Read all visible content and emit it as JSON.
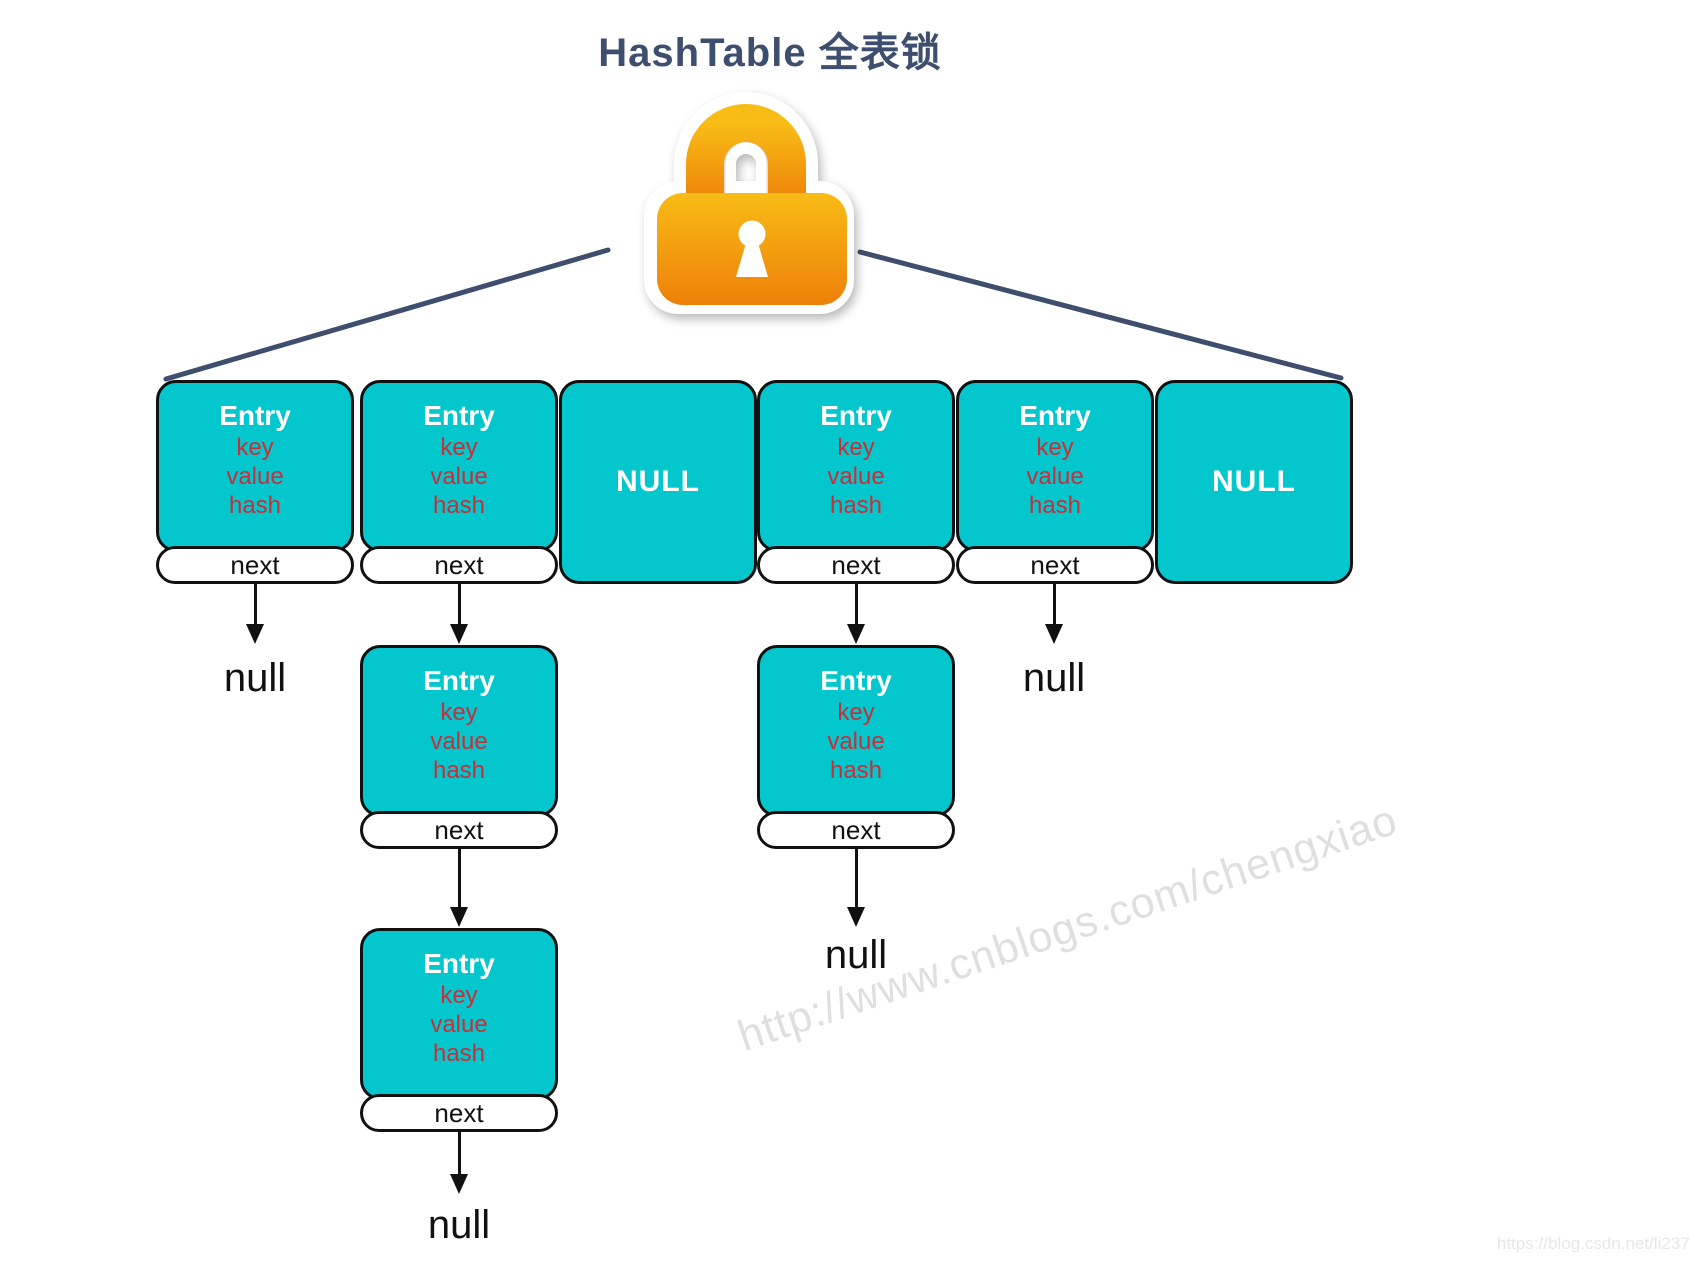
{
  "title": "HashTable 全表锁",
  "labels": {
    "entry_title": "Entry",
    "entry_fields": [
      "key",
      "value",
      "hash"
    ],
    "next": "next",
    "null_bucket": "NULL",
    "null_pointer": "null"
  },
  "icons": {
    "lock": "padlock"
  },
  "buckets": [
    {
      "index": 0,
      "type": "entry",
      "chain": [
        "null"
      ]
    },
    {
      "index": 1,
      "type": "entry",
      "chain": [
        "entry",
        "entry",
        "null"
      ]
    },
    {
      "index": 2,
      "type": "null"
    },
    {
      "index": 3,
      "type": "entry",
      "chain": [
        "entry",
        "null"
      ]
    },
    {
      "index": 4,
      "type": "entry",
      "chain": [
        "null"
      ]
    },
    {
      "index": 5,
      "type": "null"
    }
  ],
  "watermarks": {
    "diagonal": "http://www.cnblogs.com/chengxiao",
    "corner": "https://blog.csdn.net/li237"
  },
  "colors": {
    "bucket_fill": "#03c7cc",
    "field_text": "#c5303a",
    "title_text": "#3e4e6e",
    "connector_line": "#3e4e6c",
    "lock_orange_top": "#f8bc16",
    "lock_orange_bottom": "#ee8009",
    "watermark_text": "#dfdfdf",
    "border": "#111111"
  }
}
